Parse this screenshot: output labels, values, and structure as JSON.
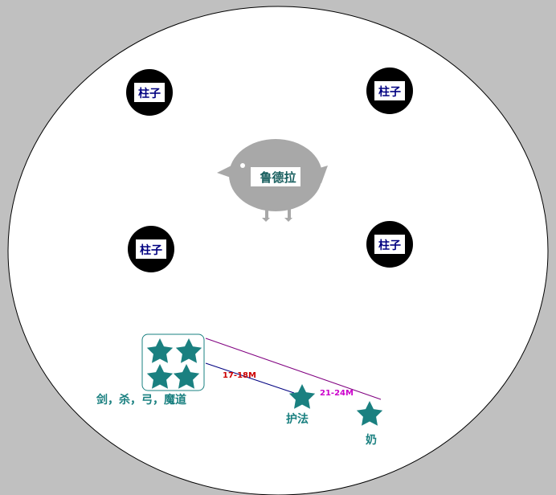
{
  "pillar_label": "柱子",
  "boss": {
    "name": "鲁德拉"
  },
  "group_melee": {
    "label": "剑，杀，弓，魔道",
    "star_count": 4
  },
  "protector": {
    "label": "护法"
  },
  "healer": {
    "label": "奶"
  },
  "distances": {
    "near": "17-18M",
    "far": "21-24M"
  },
  "colors": {
    "background": "#c0c0c0",
    "arena": "#ffffff",
    "pillar": "#000000",
    "pillar_text": "#000080",
    "star": "#1a8080",
    "boss": "#a8a8a8",
    "line_near": "#000080",
    "line_far": "#800080",
    "text_near": "#cc0000",
    "text_far": "#cc00cc"
  }
}
